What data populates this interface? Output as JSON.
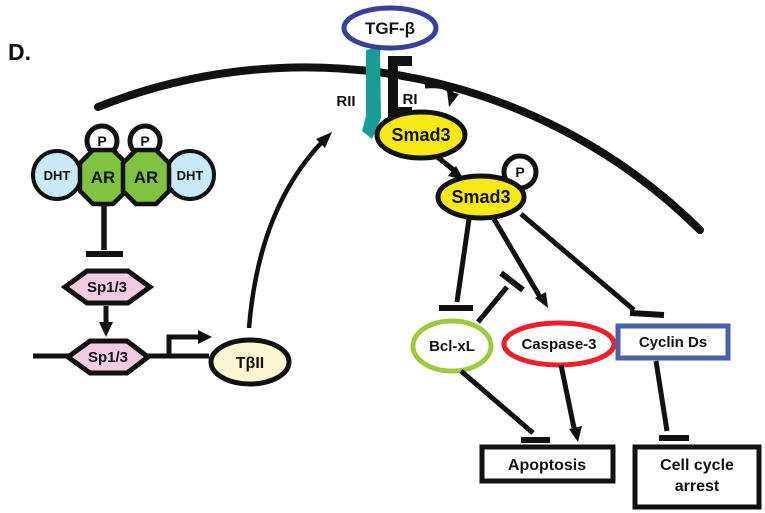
{
  "figure": {
    "panel_label": "D.",
    "description": "Signaling pathway diagram: DHT-bound AR dimer represses Sp1/3-driven TbII transcription; TGF-beta receptor complex phosphorylates Smad3, which regulates Bcl-xL, Caspase-3 and Cyclin Ds to control apoptosis and cell cycle arrest."
  },
  "colors": {
    "tgfb_border": "#3A3F99",
    "receptor_teal": "#189E96",
    "smad_yellow": "#F7E917",
    "dht_blue": "#C9E8F8",
    "ar_green": "#7FC341",
    "sp13_pink": "#F0CBE1",
    "tbii_cream": "#FAF6D0",
    "bclxl_green": "#9DCB3B",
    "caspase_red": "#EA2127",
    "cyclin_blue": "#4C5FAC",
    "line_black": "#111111"
  },
  "nodes": {
    "tgfb": {
      "label": "TGF-β"
    },
    "rii": {
      "label": "RII"
    },
    "ri": {
      "label": "RI"
    },
    "smad3_membrane": {
      "label": "Smad3"
    },
    "smad3_phospho": {
      "label": "Smad3"
    },
    "phosphate_smad": {
      "label": "P"
    },
    "dht_left": {
      "label": "DHT"
    },
    "dht_right": {
      "label": "DHT"
    },
    "ar_left": {
      "label": "AR"
    },
    "ar_right": {
      "label": "AR"
    },
    "phosphate_ar_left": {
      "label": "P"
    },
    "phosphate_ar_right": {
      "label": "P"
    },
    "sp13_free": {
      "label": "Sp1/3"
    },
    "sp13_dna": {
      "label": "Sp1/3"
    },
    "tbii": {
      "label": "TβII"
    },
    "bclxl": {
      "label": "Bcl-xL"
    },
    "caspase3": {
      "label": "Caspase-3"
    },
    "cyclin_ds": {
      "label": "Cyclin Ds"
    },
    "apoptosis": {
      "label": "Apoptosis"
    },
    "cell_cycle_arrest": {
      "lines": [
        "Cell cycle",
        "arrest"
      ]
    }
  },
  "interactions": [
    {
      "from": "DHT-AR dimer",
      "to": "Sp1/3",
      "type": "inhibition"
    },
    {
      "from": "Sp1/3",
      "to": "Sp1/3 promoter site",
      "type": "activation"
    },
    {
      "from": "Sp1/3 promoter site",
      "to": "TβII",
      "type": "transcription"
    },
    {
      "from": "TβII",
      "to": "TGF-β receptor complex",
      "type": "activation"
    },
    {
      "from": "TGF-β",
      "to": "RII/RI receptors",
      "type": "binding"
    },
    {
      "from": "RI",
      "to": "Smad3",
      "type": "phosphorylation"
    },
    {
      "from": "Smad3",
      "to": "Smad3-P",
      "type": "activation"
    },
    {
      "from": "Smad3-P",
      "to": "Bcl-xL",
      "type": "inhibition"
    },
    {
      "from": "Smad3-P",
      "to": "Caspase-3",
      "type": "activation"
    },
    {
      "from": "Smad3-P",
      "to": "Cyclin Ds",
      "type": "inhibition"
    },
    {
      "from": "Bcl-xL",
      "to": "Caspase-3 activation",
      "type": "inhibition"
    },
    {
      "from": "Bcl-xL",
      "to": "Apoptosis",
      "type": "inhibition"
    },
    {
      "from": "Caspase-3",
      "to": "Apoptosis",
      "type": "activation"
    },
    {
      "from": "Cyclin Ds",
      "to": "Cell cycle arrest",
      "type": "inhibition"
    }
  ]
}
